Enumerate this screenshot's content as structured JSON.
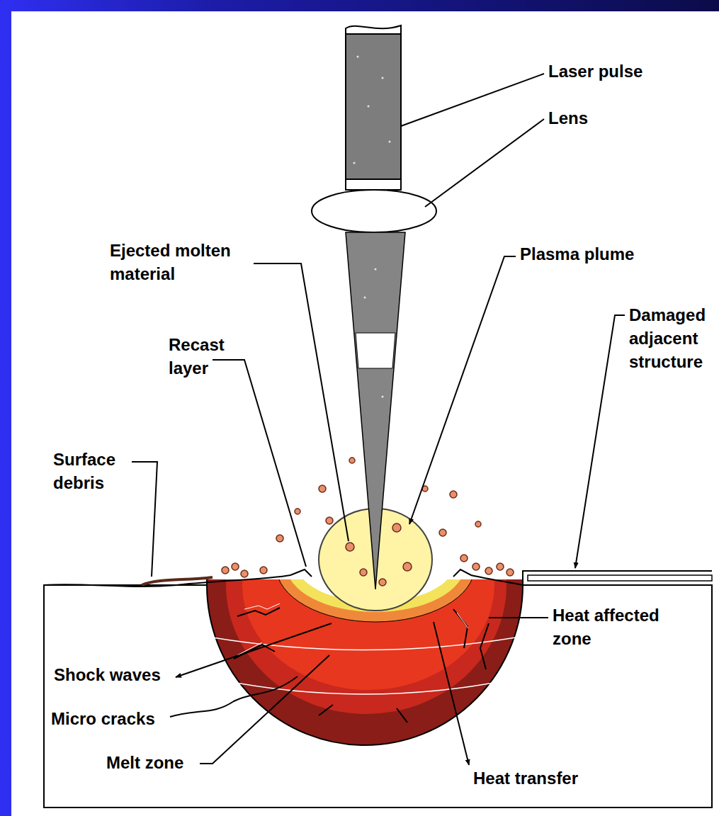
{
  "diagram": {
    "labels": [
      "Laser pulse",
      "Lens",
      "Ejected molten material",
      "Plasma plume",
      "Recast layer",
      "Damaged adjacent structure",
      "Surface debris",
      "Heat affected zone",
      "Shock waves",
      "Micro cracks",
      "Melt zone",
      "Heat transfer"
    ]
  }
}
